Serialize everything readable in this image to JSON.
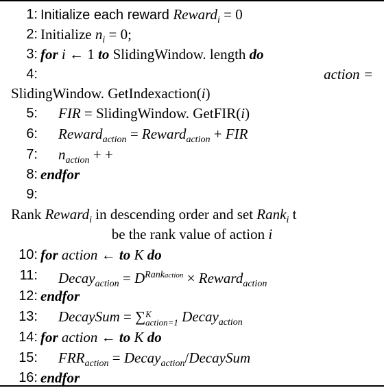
{
  "algorithm": {
    "lines": [
      {
        "n": "1:",
        "sans": "Initialize each reward ",
        "math": "Reward",
        "sub": "i",
        "rest": " = 0"
      },
      {
        "n": "2:",
        "text": "Initialize  ",
        "math": "n",
        "sub": "i",
        "rest": " = 0;"
      },
      {
        "n": "3:",
        "kw1": "for",
        "math": "i",
        "arrow": " ← 1 ",
        "kw2": "to",
        "text": " SlidingWindow. length ",
        "kw3": "do"
      },
      {
        "n": "4:",
        "right": "action =",
        "cont": "SlidingWindow. GetIndexaction(",
        "contmath": "i",
        "contend": ")"
      },
      {
        "n": "5:",
        "math": "FIR",
        "rest": " = SlidingWindow. GetFIR(",
        "math2": "i",
        "end": ")"
      },
      {
        "n": "6:",
        "math": "Reward",
        "sub": "action",
        "rest": " = ",
        "math2": "Reward",
        "sub2": "action",
        "rest2": " + ",
        "math3": "FIR"
      },
      {
        "n": "7:",
        "math": "n",
        "sub": "action",
        "rest": " + +"
      },
      {
        "n": "8:",
        "kw1": "endfor"
      },
      {
        "n": "9:",
        "wrap1a": "Rank ",
        "wrap1m": "Reward",
        "wrap1s": "i",
        "wrap1b": " in descending order and set ",
        "wrap1m2": "Rank",
        "wrap1s2": "i",
        "wrap1c": " t",
        "wrap2a": "be the rank value of action ",
        "wrap2m": "i"
      },
      {
        "n": "10:",
        "kw1": "for",
        "math": " action ← ",
        "kw2": "to",
        "math2": " K ",
        "kw3": "do"
      },
      {
        "n": "11:",
        "math": "Decay",
        "sub": "action",
        "rest": " = ",
        "math2": "D",
        "sup": "Rank",
        "supsub": "action",
        "rest2": " × ",
        "math3": "Reward",
        "sub3": "action"
      },
      {
        "n": "12:",
        "kw1": "endfor"
      },
      {
        "n": "13:",
        "math": "DecaySum",
        "rest": " =  ∑",
        "supK": "K",
        "subA": "action=1",
        "math2": " Decay",
        "sub2": "action"
      },
      {
        "n": "14:",
        "kw1": "for",
        "math": " action  ← ",
        "kw2": "to",
        "math2": " K ",
        "kw3": "do"
      },
      {
        "n": "15:",
        "math": "FRR",
        "sub": "action",
        "rest": " = ",
        "math2": "Decay",
        "sub2": "action",
        "rest2": "/",
        "math3": "DecaySum"
      },
      {
        "n": "16:",
        "kw1": "endfor"
      }
    ]
  }
}
